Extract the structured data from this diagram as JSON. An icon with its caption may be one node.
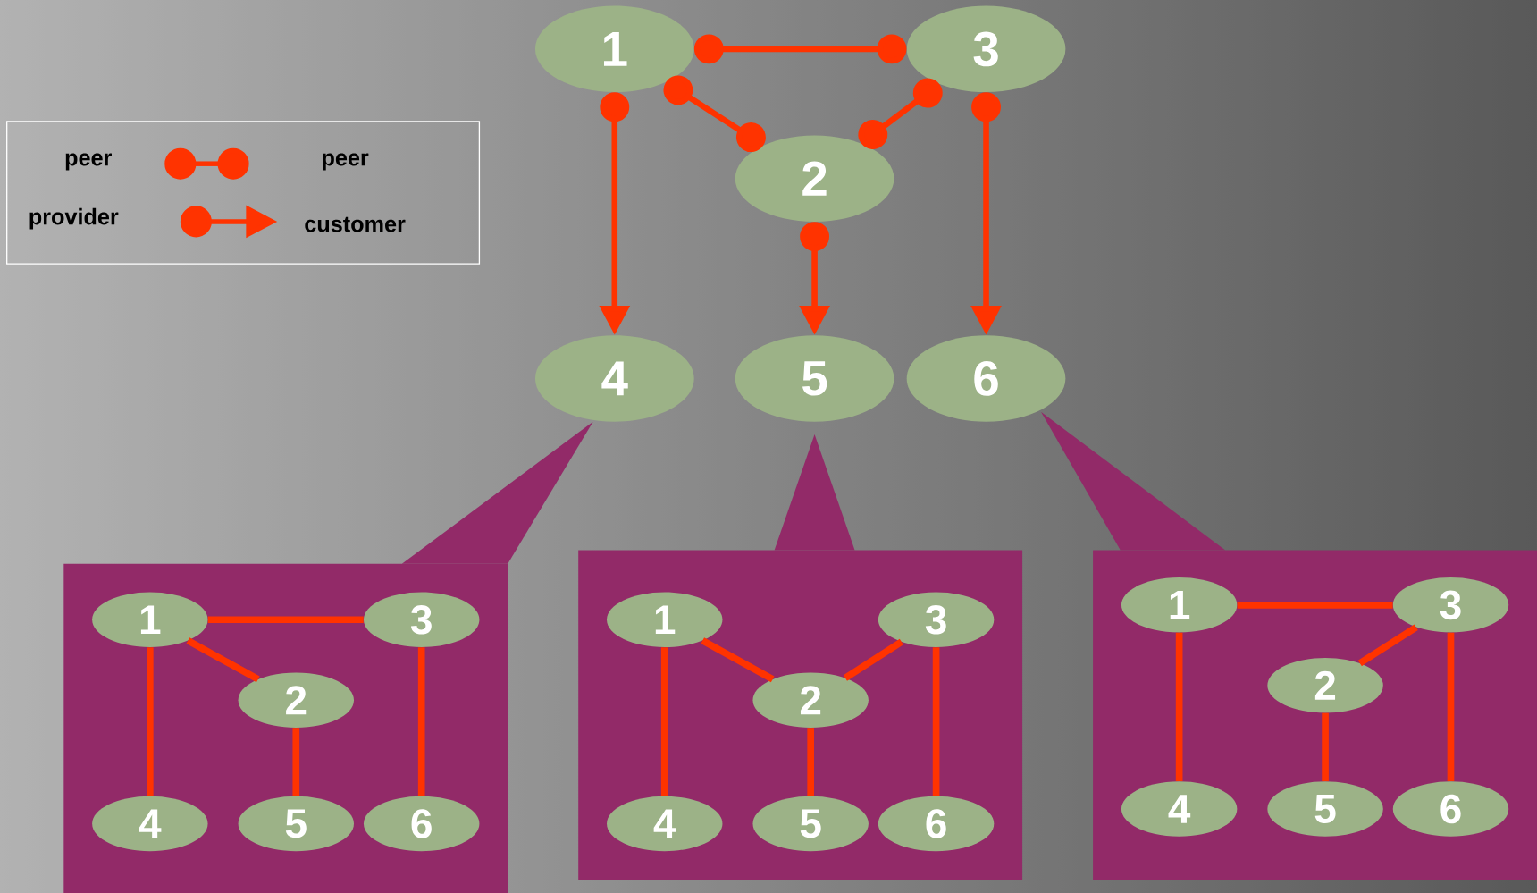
{
  "diagram": {
    "nodes": [
      {
        "text": [
          "1"
        ]
      },
      {
        "text": [
          "3"
        ]
      },
      {
        "text": [
          "2"
        ]
      },
      {
        "text": [
          "4"
        ]
      },
      {
        "text": [
          "5"
        ]
      },
      {
        "text": [
          "6"
        ]
      },
      {
        "text": [],
        "shape": "box"
      },
      {
        "text": [
          "1"
        ],
        "in": 6
      },
      {
        "text": [
          "3"
        ],
        "in": 6
      },
      {
        "text": [
          "2"
        ],
        "in": 6
      },
      {
        "text": [
          "4"
        ],
        "in": 6
      },
      {
        "text": [
          "5"
        ],
        "in": 6
      },
      {
        "text": [
          "6"
        ],
        "in": 6
      },
      {
        "text": [],
        "shape": "box"
      },
      {
        "text": [
          "1"
        ],
        "in": 13
      },
      {
        "text": [
          "3"
        ],
        "in": 13
      },
      {
        "text": [
          "2"
        ],
        "in": 13
      },
      {
        "text": [
          "4"
        ],
        "in": 13
      },
      {
        "text": [
          "5"
        ],
        "in": 13
      },
      {
        "text": [
          "6"
        ],
        "in": 13
      },
      {
        "text": [],
        "shape": "box"
      },
      {
        "text": [
          "1"
        ],
        "in": 20
      },
      {
        "text": [
          "3"
        ],
        "in": 20
      },
      {
        "text": [
          "2"
        ],
        "in": 20
      },
      {
        "text": [
          "4"
        ],
        "in": 20
      },
      {
        "text": [
          "5"
        ],
        "in": 20
      },
      {
        "text": [
          "6"
        ],
        "in": 20
      },
      {
        "text": [],
        "shape": "triangle"
      },
      {
        "text": [],
        "shape": "triangle"
      },
      {
        "text": [],
        "shape": "triangle"
      }
    ],
    "edges": [
      {
        "from": 0,
        "to": 1,
        "arrow": "other"
      },
      {
        "from": 0,
        "to": 2,
        "arrow": "other"
      },
      {
        "from": 1,
        "to": 2,
        "arrow": "other"
      },
      {
        "from": 0,
        "to": 3,
        "arrow": "to"
      },
      {
        "from": 2,
        "to": 4,
        "arrow": "to"
      },
      {
        "from": 1,
        "to": 5,
        "arrow": "to"
      },
      {
        "from": 7,
        "to": 8,
        "arrow": "none"
      },
      {
        "from": 7,
        "to": 9,
        "arrow": "none"
      },
      {
        "from": 7,
        "to": 10,
        "arrow": "none"
      },
      {
        "from": 9,
        "to": 11,
        "arrow": "none"
      },
      {
        "from": 8,
        "to": 12,
        "arrow": "none"
      },
      {
        "from": 14,
        "to": 16,
        "arrow": "none"
      },
      {
        "from": 16,
        "to": 15,
        "arrow": "none"
      },
      {
        "from": 14,
        "to": 17,
        "arrow": "none"
      },
      {
        "from": 16,
        "to": 18,
        "arrow": "none"
      },
      {
        "from": 15,
        "to": 19,
        "arrow": "none"
      },
      {
        "from": 21,
        "to": 22,
        "arrow": "none"
      },
      {
        "from": 22,
        "to": 23,
        "arrow": "none"
      },
      {
        "from": 21,
        "to": 24,
        "arrow": "none"
      },
      {
        "from": 23,
        "to": 25,
        "arrow": "none"
      },
      {
        "from": 22,
        "to": 26,
        "arrow": "none"
      }
    ],
    "labels": [
      "peer",
      "peer",
      "provider",
      "customer"
    ]
  }
}
